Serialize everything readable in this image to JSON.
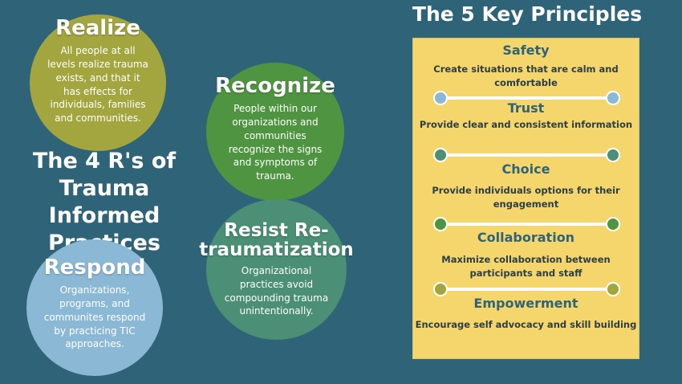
{
  "rs": {
    "realize": {
      "title": "Realize",
      "text": "All people at all levels realize trauma exists, and that it has effects for individuals, families and communities."
    },
    "recognize": {
      "title": "Recognize",
      "text": "People within our organizations and communities recognize the signs and symptoms of trauma."
    },
    "respond": {
      "title": "Respond",
      "text": "Organizations, programs, and communites respond by practicing TIC approaches."
    },
    "resist": {
      "title": "Resist Re-traumatization",
      "text": "Organizational practices avoid compounding trauma unintentionally."
    },
    "main_title": "The 4 R's of Trauma Informed Practices"
  },
  "principles": {
    "title": "The 5 Key Principles",
    "items": [
      {
        "heading": "Safety",
        "text": "Create situations that are calm and comfortable"
      },
      {
        "heading": "Trust",
        "text": "Provide clear and consistent information"
      },
      {
        "heading": "Choice",
        "text": "Provide individuals options for their engagement"
      },
      {
        "heading": "Collaboration",
        "text": "Maximize collaboration between participants and staff"
      },
      {
        "heading": "Empowerment",
        "text": "Encourage self advocacy and skill building"
      }
    ]
  },
  "colors": {
    "background": "#2f6478",
    "realize": "#a3a53f",
    "recognize": "#4f9440",
    "respond": "#8ab8d5",
    "resist": "#4a8f76",
    "panel": "#f4d66c",
    "separator_dots": [
      "#8ab8d5",
      "#4a8f76",
      "#4f9440",
      "#a3a53f"
    ]
  }
}
